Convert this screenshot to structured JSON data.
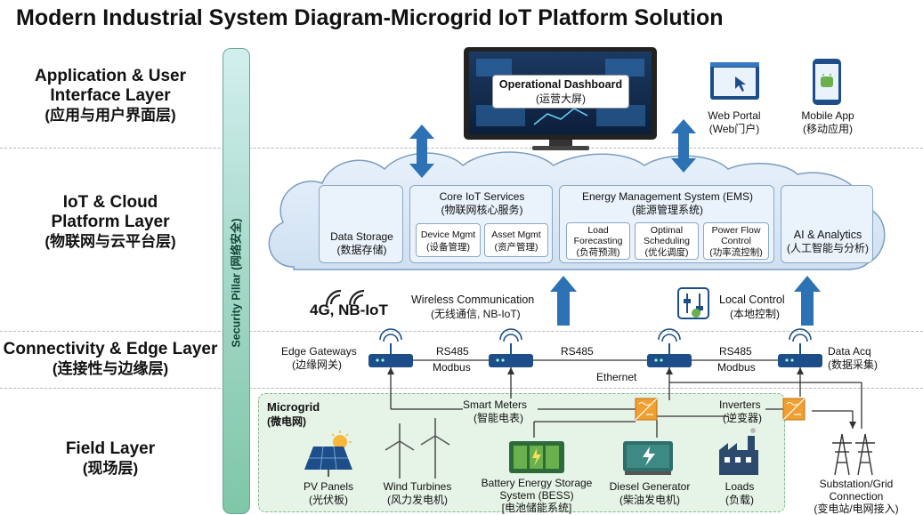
{
  "title": "Modern Industrial System Diagram-Microgrid IoT Platform Solution",
  "layers": [
    {
      "en": "Application & User Interface Layer",
      "en1": "Application & User",
      "en2": "Interface Layer",
      "cn": "(应用与用户界面层)"
    },
    {
      "en1": "IoT & Cloud",
      "en2": "Platform Layer",
      "cn": "(物联网与云平台层)"
    },
    {
      "en1": "Connectivity & Edge Layer",
      "cn": "(连接性与边缘层)"
    },
    {
      "en1": "Field Layer",
      "cn": "(现场层)"
    }
  ],
  "security_pillar": "Security Pillar (网络安全)",
  "app": {
    "dashboard_en": "Operational Dashboard",
    "dashboard_cn": "(运营大屏)",
    "web_en": "Web Portal",
    "web_cn": "(Web门户)",
    "mobile_en": "Mobile App",
    "mobile_cn": "(移动应用)"
  },
  "cloud": {
    "storage_en": "Data Storage",
    "storage_cn": "(数据存储)",
    "core_en": "Core IoT Services",
    "core_cn": "(物联网核心服务)",
    "device_en": "Device Mgmt",
    "device_cn": "(设备管理)",
    "asset_en": "Asset Mgmt",
    "asset_cn": "(资产管理)",
    "ems_en": "Energy Management System (EMS)",
    "ems_cn": "(能源管理系统)",
    "load_en1": "Load",
    "load_en2": "Forecasting",
    "load_cn": "(负荷预测)",
    "opt_en1": "Optimal",
    "opt_en2": "Scheduling",
    "opt_cn": "(优化调度)",
    "pf_en1": "Power Flow",
    "pf_en2": "Control",
    "pf_cn": "(功率流控制)",
    "ai_en": "AI & Analytics",
    "ai_cn": "(人工智能与分析)"
  },
  "connectivity": {
    "protocols": "4G, NB-IoT",
    "wireless_en": "Wireless Communication",
    "wireless_cn": "(无线通信, NB-IoT)",
    "local_en": "Local Control",
    "local_cn": "(本地控制)",
    "edge_en": "Edge Gateways",
    "edge_cn": "(边缘网关)",
    "rs485_1": "RS485",
    "modbus_1": "Modbus",
    "rs485_2": "RS485",
    "rs485_3": "RS485",
    "modbus_3": "Modbus",
    "ethernet": "Ethernet",
    "dataacq_en": "Data Acq",
    "dataacq_cn": "(数据采集)"
  },
  "field": {
    "microgrid_en": "Microgrid",
    "microgrid_cn": "(微电网)",
    "meters_en": "Smart Meters",
    "meters_cn": "(智能电表)",
    "inverters_en": "Inverters",
    "inverters_cn": "(逆变器)",
    "pv_en": "PV Panels",
    "pv_cn": "(光伏板)",
    "wind_en": "Wind Turbines",
    "wind_cn": "(风力发电机)",
    "bess_en1": "Battery Energy Storage",
    "bess_en2": "System (BESS)",
    "bess_cn": "[电池储能系统]",
    "diesel_en": "Diesel Generator",
    "diesel_cn": "(柴油发电机)",
    "loads_en": "Loads",
    "loads_cn": "(负载)",
    "substation_en1": "Substation/Grid",
    "substation_en2": "Connection",
    "substation_cn": "(变电站/电网接入)"
  },
  "colors": {
    "cloud_fill": "#dbe8f6",
    "arrow": "#2c72b5",
    "gateway": "#1d4e89",
    "pillar": "#9fd5c4",
    "microgrid": "#e6f3e7"
  }
}
